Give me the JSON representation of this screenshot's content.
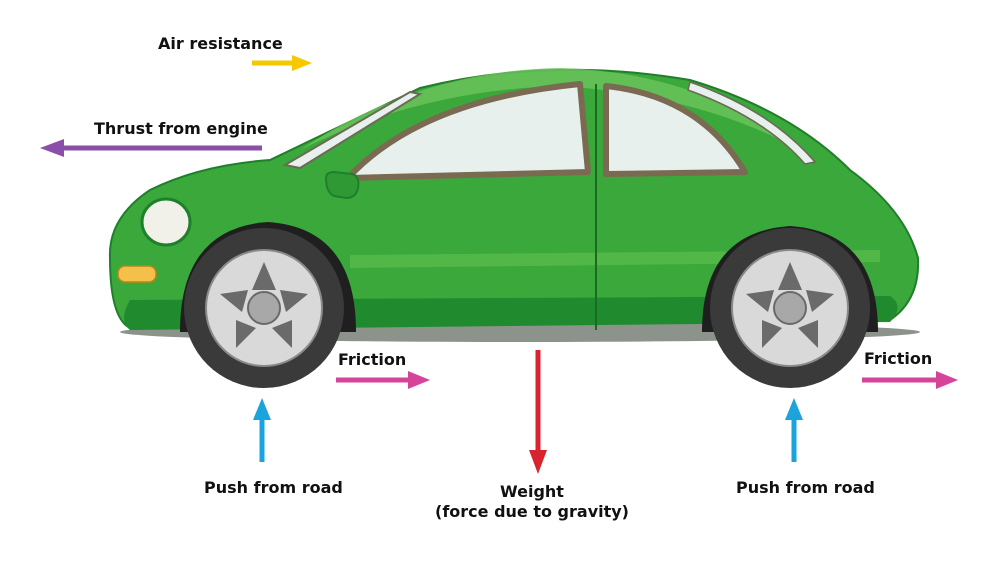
{
  "labels": {
    "air_resistance": "Air resistance",
    "thrust": "Thrust from engine",
    "friction_front": "Friction",
    "friction_rear": "Friction",
    "push_front": "Push from road",
    "push_rear": "Push from road",
    "weight_line1": "Weight",
    "weight_line2": "(force due to gravity)"
  },
  "colors": {
    "air_resistance": "#f5c800",
    "thrust": "#8a4fa8",
    "friction": "#d6449a",
    "push_from_road": "#1aa3dd",
    "weight": "#d8242e",
    "car_body": "#3aa83a",
    "car_dark": "#1f7f2a",
    "window": "#e8f0ee",
    "tire": "#3a3a3a",
    "hub": "#d9d9d9"
  }
}
